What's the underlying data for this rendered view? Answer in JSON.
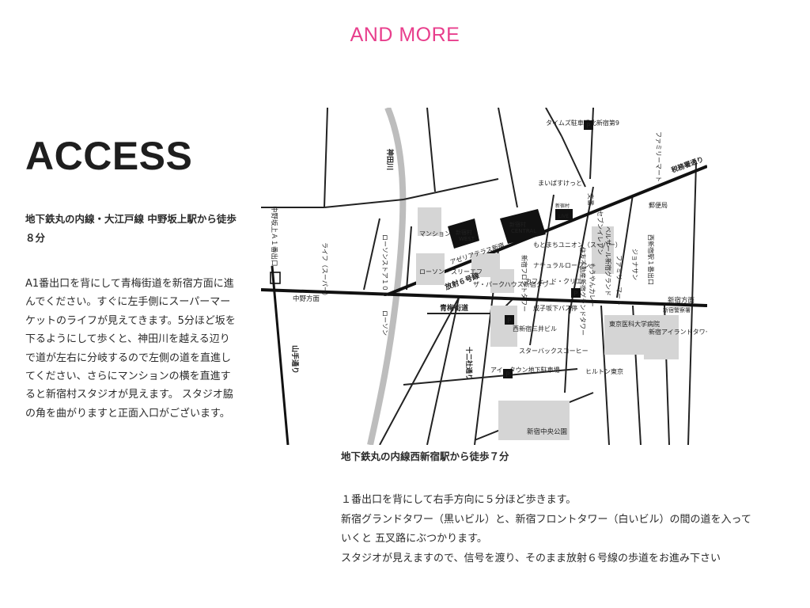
{
  "header": {
    "nav_label": "AND  MORE"
  },
  "access": {
    "title": "ACCESS",
    "west": {
      "route": "地下鉄丸の内線・大江戸線 中野坂上駅から徒歩８分",
      "description": "A1番出口を背にして青梅街道を新宿方面に進んでください。すぐに左手側にスーパーマーケットのライフが見えてきます。5分ほど坂を下るようにして歩くと、神田川を越える辺りで道が左右に分岐するので左側の道を直進してください、さらにマンションの横を直進すると新宿村スタジオが見えます。 スタジオ脇の角を曲がりますと正面入口がございます。"
    },
    "east": {
      "route": "地下鉄丸の内線西新宿駅から徒歩７分",
      "lines": [
        "１番出口を背にして右手方向に５分ほど歩きます。",
        "新宿グランドタワー（黒いビル）と、新宿フロントタワー（白いビル）の間の道を入っていくと 五叉路にぶつかります。",
        "スタジオが見えますので、信号を渡り、そのまま放射６号線の歩道をお進み下さい"
      ]
    }
  },
  "map": {
    "labels": {
      "kandagawa": "神田川",
      "nakano_sakaue": "中野坂上Ａ１番出口",
      "nakano_dir": "中野方面",
      "yamate": "山手通り",
      "life": "ライフ（スーパー）",
      "lawson100": "ローソンストア１００",
      "lawson": "ローソン",
      "mansion": "マンション",
      "lawson3f": "ローソン・スリーエフ",
      "azalea": "アゼリアテラス新宿",
      "shinjukumura_west": "新宿村",
      "west": "WEST",
      "shinjukumura_central": "新宿村",
      "central": "CENTRAL",
      "shinjukumura_live": "新宿村",
      "live": "LIVE",
      "hoshasen": "放射６号線",
      "oume": "青梅街道",
      "parkhouse": "ザ・パークハウス新宿タワー",
      "times": "タイムズ駐車場北新宿第9",
      "maibasu": "まいばすけっと",
      "koban": "交番",
      "zeirimu": "税務署通り",
      "familymart": "ファミリーマート",
      "post": "郵便局",
      "seven": "セブンイレブン",
      "bellesalle": "ベルサール新宿グランド",
      "famima2": "ファミリーマート",
      "jonathan": "ジョナサン",
      "nishishinjuku": "西新宿駅１番出口",
      "shinjuku_dir": "新宿方面",
      "motomachi": "もとまちユニオン（スーパー）",
      "natural": "ナチュラルローソン",
      "cafe": "カフェ・ド・クリエ",
      "front_tower": "新宿フロントタワー",
      "sumitomo": "住友不動産新宿グランドタワー",
      "curry": "もうやんカレー",
      "narukozaka": "成子坂下バス停",
      "mitsui": "西新宿三井ビル",
      "starbucks": "スターバックスコーヒー",
      "juniso": "十二社通り",
      "itown": "アイ・タウン地下駐車場",
      "tokyo_med": "東京医科大学病院",
      "keisatsu": "新宿警察署",
      "island": "新宿アイランドタワー",
      "hilton": "ヒルトン東京",
      "chuo_park": "新宿中央公園"
    }
  }
}
